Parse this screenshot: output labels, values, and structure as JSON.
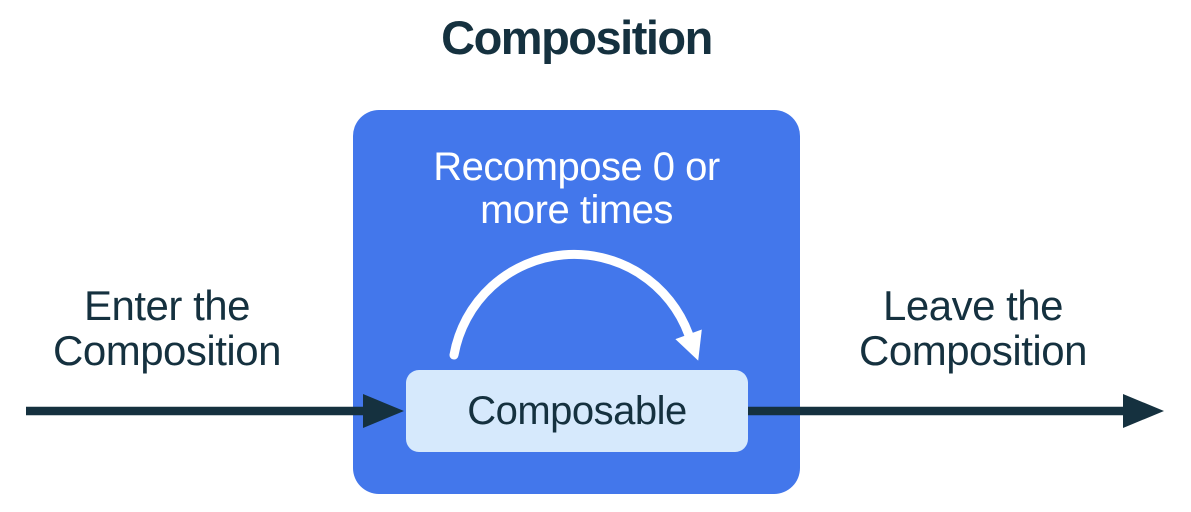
{
  "title": "Composition",
  "labels": {
    "enter": "Enter the\nComposition",
    "leave": "Leave the\nComposition",
    "recompose": "Recompose 0 or\nmore times",
    "composable": "Composable"
  },
  "icons": {
    "enter_arrow": "right-arrow-icon",
    "exit_arrow": "right-arrow-icon",
    "recompose_arrow": "curved-loop-arrow-icon"
  },
  "colors": {
    "dark": "#15313F",
    "blue": "#4377EB",
    "light_blue": "#D6E9FC",
    "white": "#FFFFFF",
    "background": "#FFFFFF"
  }
}
